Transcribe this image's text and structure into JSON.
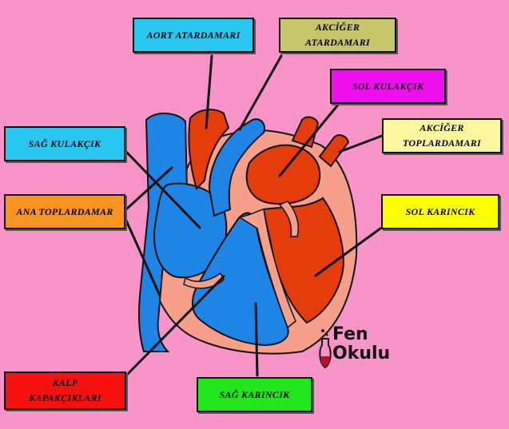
{
  "labels": {
    "aort_atardamari": [
      "AORT ATARDAMARI"
    ],
    "akciger_atardamari": [
      "AKCİĞER",
      "ATARDAMARI"
    ],
    "sol_kulakcik": [
      "SOL KULAKÇIK"
    ],
    "akciger_toplardamari": [
      "AKCİĞER",
      "TOPLARDAMARI"
    ],
    "sag_kulakcik": [
      "SAĞ KULAKÇIK"
    ],
    "ana_toplardamar": [
      "ANA TOPLARDAMAR"
    ],
    "sol_karincik": [
      "SOL KARINCIK"
    ],
    "kalp_kapakciklari": [
      "KALP",
      "KAPAKÇIKLARI"
    ],
    "sag_karincik": [
      "SAĞ KARINCIK"
    ]
  },
  "logo": {
    "line1": "Fen",
    "line2": "Okulu"
  },
  "colors": {
    "background": "#f994c8",
    "oxygen_poor_blood": "#1e84e6",
    "oxygen_rich_blood": "#e53c0c",
    "heart_wall": "#f6a08c"
  }
}
